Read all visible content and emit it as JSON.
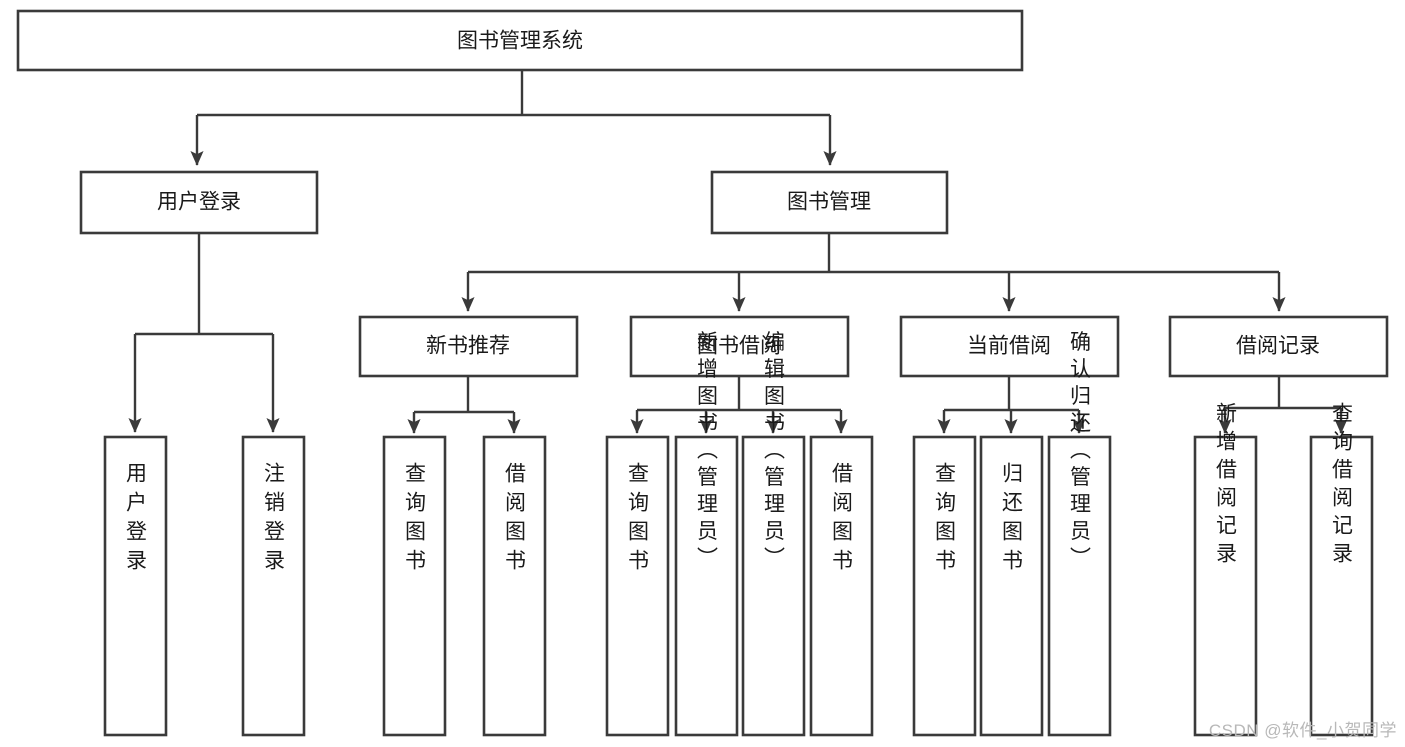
{
  "diagram": {
    "title": "图书管理系统",
    "watermark": "CSDN @软件_小贺同学",
    "nodes": {
      "root": "图书管理系统",
      "user_login": "用户登录",
      "book_manage": "图书管理",
      "new_book_rec": "新书推荐",
      "book_borrow": "图书借阅",
      "current_borrow": "当前借阅",
      "borrow_record": "借阅记录",
      "leaf_user_login": "用户登录",
      "leaf_logout_login": "注销登录",
      "leaf_query_book_1": "查询图书",
      "leaf_borrow_book_1": "借阅图书",
      "leaf_query_book_2": "查询图书",
      "leaf_add_book_admin": "新增图书（管理员）",
      "leaf_edit_book_admin": "编辑图书（管理员）",
      "leaf_borrow_book_2": "借阅图书",
      "leaf_query_book_3": "查询图书",
      "leaf_return_book": "归还图书",
      "leaf_confirm_return_admin": "确认归还（管理员）",
      "leaf_add_borrow_record": "新增借阅记录",
      "leaf_query_borrow_record": "查询借阅记录"
    },
    "colors": {
      "stroke": "#3a3a3a",
      "fill": "#ffffff",
      "text": "#1a1a1a",
      "watermark": "#b8b8b8"
    }
  }
}
